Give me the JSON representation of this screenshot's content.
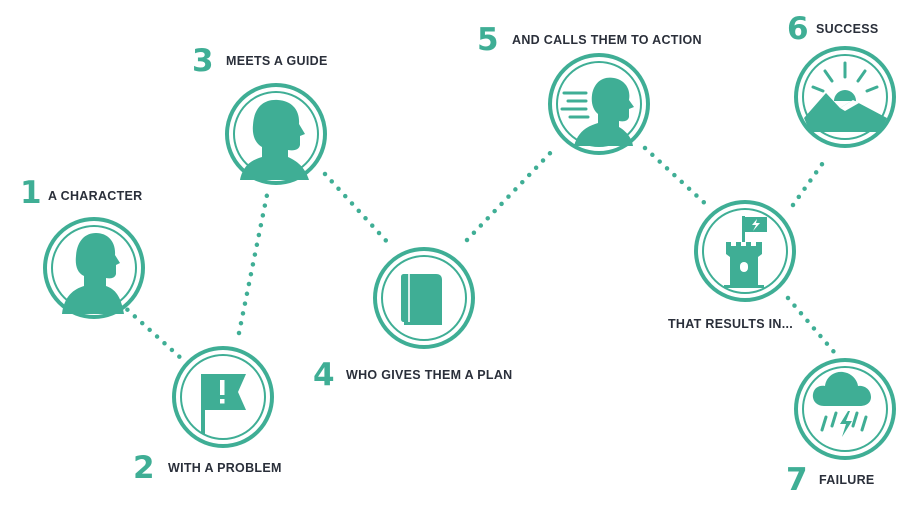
{
  "steps": [
    {
      "number": "1",
      "label": "A CHARACTER",
      "icon": "person-silhouette-icon"
    },
    {
      "number": "2",
      "label": "WITH A PROBLEM",
      "icon": "exclamation-flag-icon"
    },
    {
      "number": "3",
      "label": "MEETS A GUIDE",
      "icon": "guide-silhouette-icon"
    },
    {
      "number": "4",
      "label": "WHO GIVES THEM A PLAN",
      "icon": "book-icon"
    },
    {
      "number": "5",
      "label": "AND CALLS THEM TO ACTION",
      "icon": "moving-person-icon"
    },
    {
      "number": "",
      "label": "THAT RESULTS IN...",
      "icon": "castle-tower-flag-icon"
    },
    {
      "number": "6",
      "label": "SUCCESS",
      "icon": "sun-mountain-icon"
    },
    {
      "number": "7",
      "label": "FAILURE",
      "icon": "storm-cloud-icon"
    }
  ],
  "colors": {
    "accent": "#3fae95",
    "text": "#2a2f3a",
    "background": "#ffffff"
  }
}
